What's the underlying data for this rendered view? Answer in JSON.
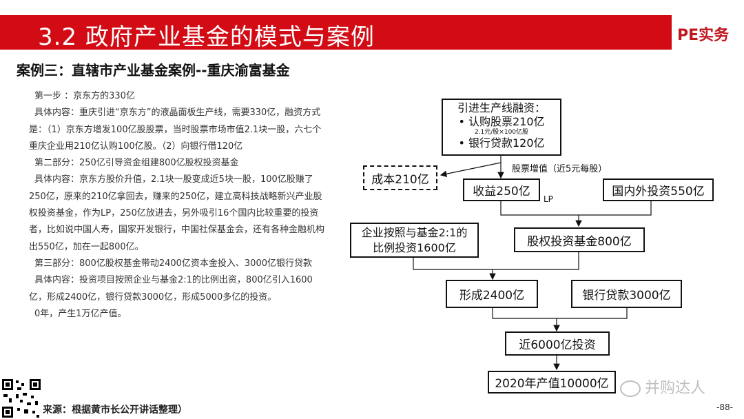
{
  "header": {
    "title": "3.2 政府产业基金的模式与案例",
    "brand": "PE实务"
  },
  "case_title": "案例三：直辖市产业基金案例--重庆渝富基金",
  "body": {
    "p1": "第一步 ：京东方的330亿",
    "p2": "具体内容：重庆引进“京东方”的液晶面板生产线，需要330亿，融资方式是：（1）京东方增发100亿股股票，当时股票市场市值2.1块一股，六七个重庆企业用210亿认购100亿股。（2）向银行借120亿",
    "p3": "第二部分：250亿引导资金组建800亿股权投资基金",
    "p4": "具体内容：京东方股价升值，2.1块一股变成近5块一股，100亿股赚了250亿，原来的210亿拿回去，赚来的250亿，建立高科技战略新兴产业股权投资基金，作为LP，250亿放进去，另外吸引16个国内比较重要的投资者，比如说中国人寿，国家开发银行，中国社保基金会，还有各种金融机构出550亿，加在一起800亿。",
    "p5": "第三部分：800亿股权基金带动2400亿资本金投入、3000亿银行贷款",
    "p6": "具体内容：投资项目按照企业与基金2:1的比例出资，800亿引入1600亿，形成2400亿，银行贷款3000亿，形成5000多亿的投资。",
    "p7": "0年，产生1万亿产值。"
  },
  "source": "来源：根据黄市长公开讲话整理）",
  "diagram": {
    "top_box": {
      "line1": "引进生产线融资：",
      "line2": "• 认购股票210亿",
      "note": "2.1元/股×100亿股",
      "line3": "• 银行贷款120亿"
    },
    "cost_box": "成本210亿",
    "appreciation_label": "股票增值（近5元每股）",
    "income_box": "收益250亿",
    "lp_label": "LP",
    "investors_box": "国内外投资550亿",
    "enterprise_box_line1": "企业按照与基金2:1的",
    "enterprise_box_line2": "比例投资1600亿",
    "fund_box": "股权投资基金800亿",
    "form_box": "形成2400亿",
    "bank_box": "银行贷款3000亿",
    "invest_box": "近6000亿投资",
    "output_box": "2020年产值10000亿"
  },
  "watermark": "并购达人",
  "page_number": "-88-"
}
